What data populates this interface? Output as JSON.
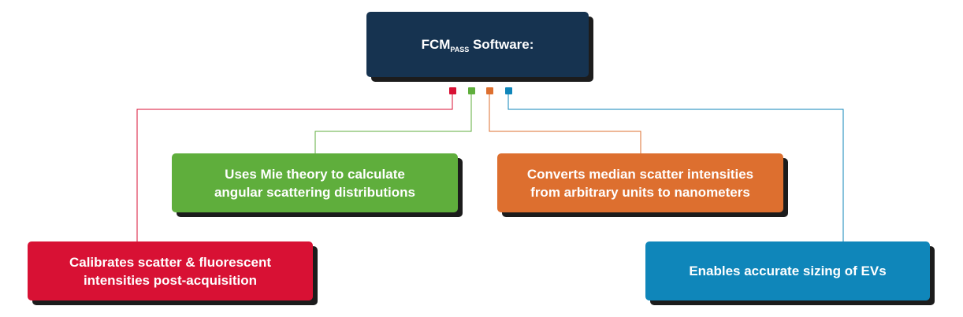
{
  "title": {
    "prefix": "FCM",
    "subscript": "PASS",
    "suffix": " Software:"
  },
  "colors": {
    "title": "#163350",
    "red": "#d81134",
    "green": "#5fae3c",
    "orange": "#dd6f2f",
    "blue": "#0f86ba"
  },
  "boxes": {
    "mie": {
      "line1": "Uses Mie theory to calculate",
      "line2": "angular scattering distributions"
    },
    "convert": {
      "line1": "Converts median scatter intensities",
      "line2": "from arbitrary units to nanometers"
    },
    "calibrate": {
      "line1": "Calibrates scatter & fluorescent",
      "line2": "intensities post-acquisition"
    },
    "sizing": {
      "line1": "Enables accurate sizing of EVs"
    }
  }
}
